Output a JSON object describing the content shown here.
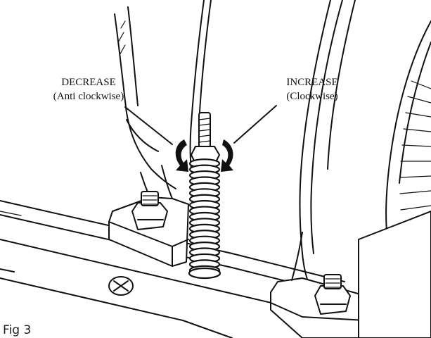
{
  "labels": {
    "decrease_title": "DECREASE",
    "decrease_sub": "(Anti clockwise)",
    "increase_title": "INCREASE",
    "increase_sub": "(Clockwise)",
    "figure_caption": "Fig 3"
  },
  "icons": {
    "anticlockwise": "curved-arrow-anticlockwise-icon",
    "clockwise": "curved-arrow-clockwise-icon",
    "screw": "phillips-screw-icon"
  }
}
